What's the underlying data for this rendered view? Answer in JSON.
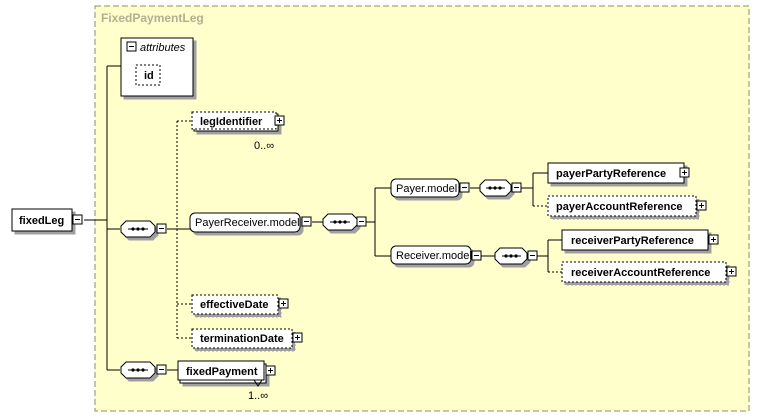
{
  "group_title": "FixedPaymentLeg",
  "attributes": {
    "header": "attributes",
    "items": [
      "id"
    ]
  },
  "root": {
    "label": "fixedLeg"
  },
  "elements": {
    "legIdentifier": {
      "label": "legIdentifier",
      "cardinality": "0..∞"
    },
    "payerReceiverModel": {
      "label": "PayerReceiver.model"
    },
    "payerModel": {
      "label": "Payer.model"
    },
    "receiverModel": {
      "label": "Receiver.model"
    },
    "payerPartyReference": {
      "label": "payerPartyReference"
    },
    "payerAccountReference": {
      "label": "payerAccountReference"
    },
    "receiverPartyReference": {
      "label": "receiverPartyReference"
    },
    "receiverAccountReference": {
      "label": "receiverAccountReference"
    },
    "effectiveDate": {
      "label": "effectiveDate"
    },
    "terminationDate": {
      "label": "terminationDate"
    },
    "fixedPayment": {
      "label": "fixedPayment",
      "cardinality": "1..∞"
    }
  },
  "colors": {
    "group_fill": "#ffffcc",
    "group_border": "#8c8c6a",
    "title": "#b0b090"
  }
}
